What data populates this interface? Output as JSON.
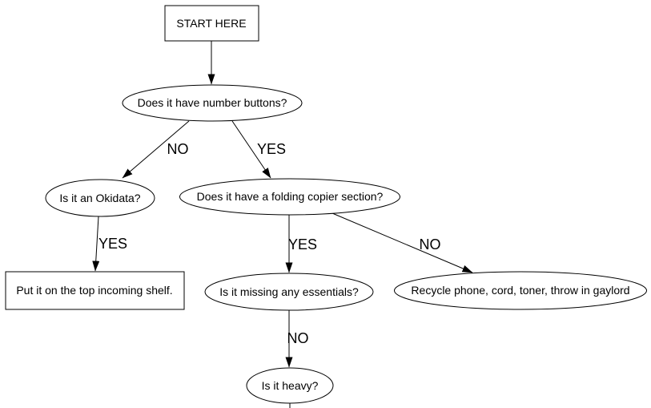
{
  "diagram": {
    "type": "flowchart",
    "background_color": "#ffffff",
    "stroke_color": "#000000",
    "text_color": "#000000",
    "nodes": [
      {
        "id": "start",
        "shape": "box",
        "label": "START HERE"
      },
      {
        "id": "has-number-buttons",
        "shape": "ellipse",
        "label": "Does it have number buttons?"
      },
      {
        "id": "is-okidata",
        "shape": "ellipse",
        "label": "Is it an Okidata?"
      },
      {
        "id": "has-folding-copier-section",
        "shape": "ellipse",
        "label": "Does it have a folding copier section?"
      },
      {
        "id": "top-incoming-shelf",
        "shape": "box",
        "label": "Put it on the top incoming shelf."
      },
      {
        "id": "missing-essentials",
        "shape": "ellipse",
        "label": "Is it missing any essentials?"
      },
      {
        "id": "recycle",
        "shape": "ellipse",
        "label": "Recycle phone, cord, toner, throw in gaylord"
      },
      {
        "id": "is-heavy",
        "shape": "ellipse",
        "label": "Is it heavy?"
      }
    ],
    "edges": [
      {
        "from": "start",
        "to": "has-number-buttons",
        "label": ""
      },
      {
        "from": "has-number-buttons",
        "to": "is-okidata",
        "label": "NO"
      },
      {
        "from": "has-number-buttons",
        "to": "has-folding-copier-section",
        "label": "YES"
      },
      {
        "from": "is-okidata",
        "to": "top-incoming-shelf",
        "label": "YES"
      },
      {
        "from": "has-folding-copier-section",
        "to": "missing-essentials",
        "label": "YES"
      },
      {
        "from": "has-folding-copier-section",
        "to": "recycle",
        "label": "NO"
      },
      {
        "from": "missing-essentials",
        "to": "is-heavy",
        "label": "NO"
      }
    ]
  }
}
